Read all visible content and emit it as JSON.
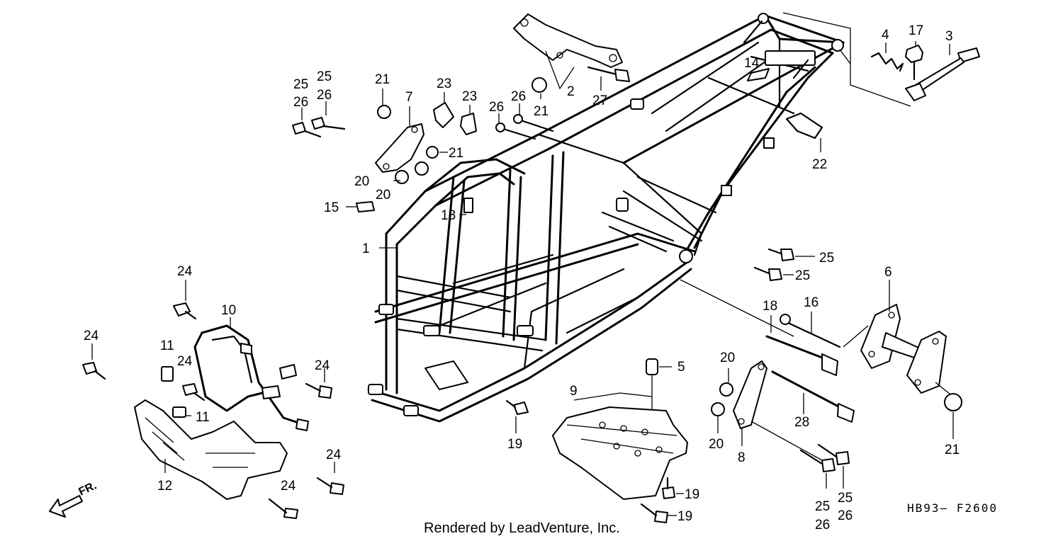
{
  "footer": {
    "credit": "Rendered by LeadVenture, Inc.",
    "diagram_code": "HB93– F2600",
    "direction_label": "FR."
  },
  "callouts": {
    "c1": "1",
    "c2": "2",
    "c3": "3",
    "c4": "4",
    "c5": "5",
    "c6": "6",
    "c7": "7",
    "c8": "8",
    "c9": "9",
    "c10": "10",
    "c11a": "11",
    "c11b": "11",
    "c12": "12",
    "c13": "13",
    "c14": "14",
    "c15": "15",
    "c16": "16",
    "c17": "17",
    "c18": "18",
    "c19a": "19",
    "c19b": "19",
    "c19c": "19",
    "c20a": "20",
    "c20b": "20",
    "c20c": "20",
    "c20d": "20",
    "c21a": "21",
    "c21b": "21",
    "c21c": "21",
    "c21d": "21",
    "c22": "22",
    "c23a": "23",
    "c23b": "23",
    "c24a": "24",
    "c24b": "24",
    "c24c": "24",
    "c24d": "24",
    "c24e": "24",
    "c24f": "24",
    "c25a": "25",
    "c25b": "25",
    "c25c": "25",
    "c25d": "25",
    "c25e": "25",
    "c25f": "25",
    "c26a": "26",
    "c26b": "26",
    "c26c": "26",
    "c26d": "26",
    "c26e": "26",
    "c26f": "26",
    "c27": "27",
    "c28": "28"
  },
  "colors": {
    "line": "#000000",
    "background": "#ffffff"
  }
}
